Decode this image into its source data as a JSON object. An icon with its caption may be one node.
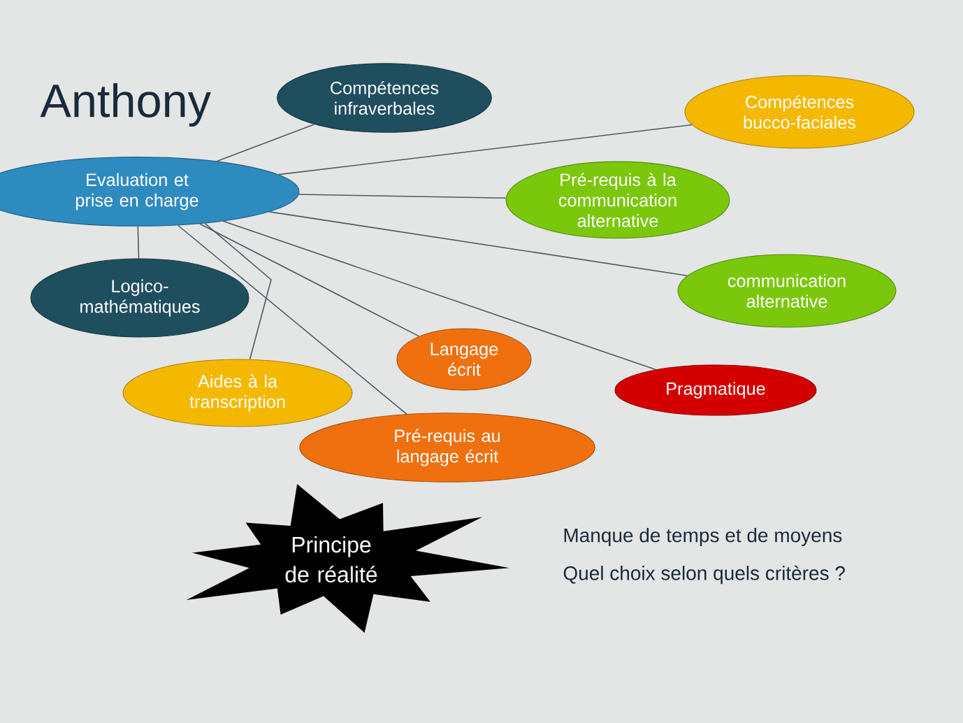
{
  "diagram": {
    "title": "Anthony",
    "nodes": [
      {
        "text": [
          "Compétences infraverbales"
        ]
      },
      {
        "text": [
          "Compétences bucco-faciales"
        ]
      },
      {
        "text": [
          "Evaluation et prise en charge"
        ]
      },
      {
        "text": [
          "Pré-requis à la communication alternative"
        ]
      },
      {
        "text": [
          "Logico-mathématiques"
        ]
      },
      {
        "text": [
          "communication alternative"
        ]
      },
      {
        "text": [
          "Langage écrit"
        ]
      },
      {
        "text": [
          "Aides à la transcription"
        ]
      },
      {
        "text": [
          "Pragmatique"
        ]
      },
      {
        "text": [
          "Pré-requis au langage écrit"
        ]
      },
      {
        "text": [
          "Principe de réalité"
        ]
      }
    ],
    "edges": [
      {
        "from": 2,
        "to": 0,
        "arrow": "none"
      },
      {
        "from": 2,
        "to": 1,
        "arrow": "none"
      },
      {
        "from": 2,
        "to": 3,
        "arrow": "none"
      },
      {
        "from": 2,
        "to": 5,
        "arrow": "none"
      },
      {
        "from": 2,
        "to": 8,
        "arrow": "none"
      },
      {
        "from": 2,
        "to": 6,
        "arrow": "none"
      },
      {
        "from": 2,
        "to": 9,
        "arrow": "none"
      },
      {
        "from": 2,
        "to": 4,
        "arrow": "none"
      },
      {
        "from": 2,
        "to": 7,
        "arrow": "none"
      }
    ],
    "labels": [
      "Manque de temps et de moyens",
      "Quel choix selon quels critères ?"
    ]
  }
}
